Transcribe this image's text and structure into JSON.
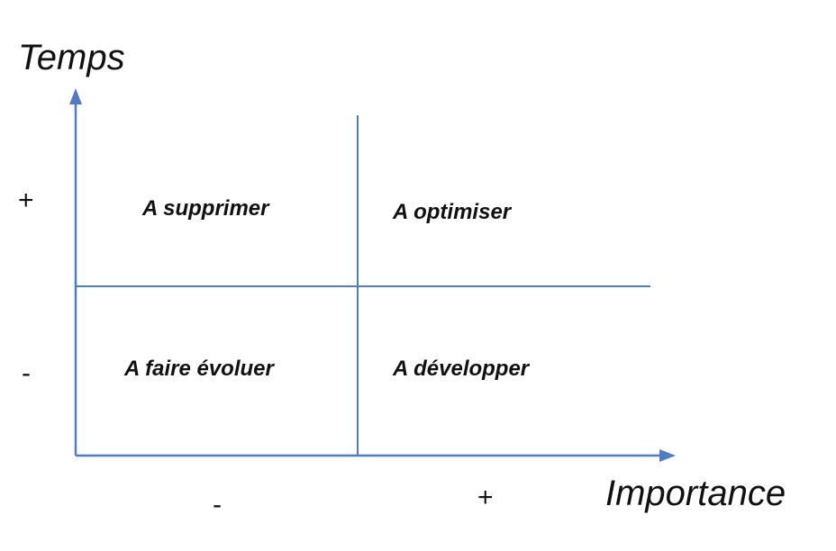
{
  "axes": {
    "y_title": "Temps",
    "x_title": "Importance",
    "y_high": "+",
    "y_low": "-",
    "x_low": "-",
    "x_high": "+"
  },
  "quadrants": {
    "top_left": "A supprimer",
    "top_right": "A optimiser",
    "bottom_left": "A faire évoluer",
    "bottom_right": "A développer"
  },
  "colors": {
    "line": "#4f7cc4",
    "text": "#111111"
  }
}
